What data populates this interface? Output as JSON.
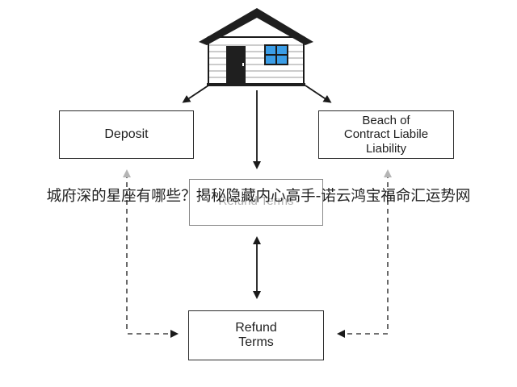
{
  "diagram": {
    "boxes": {
      "deposit": {
        "label": "Deposit"
      },
      "breach": {
        "lines": [
          "Beach of",
          "Contract Liabile",
          "Liability"
        ]
      },
      "refund_top": {
        "label": "Refund Terms"
      },
      "refund_bottom": {
        "lines": [
          "Refund",
          "Terms"
        ]
      }
    },
    "house": {
      "icon": "house-icon"
    }
  },
  "overlay": {
    "caption": "城府深的星座有哪些？揭秘隐藏内心高手-诺云鸿宝福命汇运势网"
  }
}
